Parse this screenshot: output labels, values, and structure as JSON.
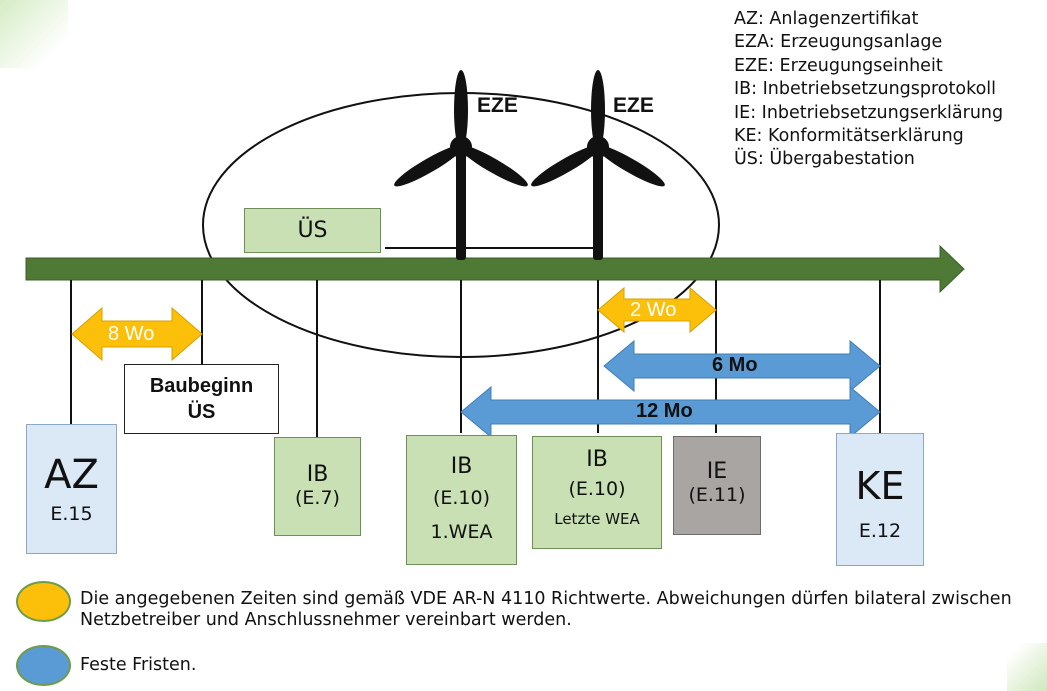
{
  "legend": [
    "AZ: Anlagenzertifikat",
    "EZA: Erzeugungsanlage",
    "EZE: Erzeugungseinheit",
    "IB: Inbetriebsetzungsprotokoll",
    "IE: Inbetriebsetzungserklärung",
    "KE: Konformitätserklärung",
    "ÜS: Übergabestation"
  ],
  "turbines": {
    "label1": "EZE",
    "label2": "EZE"
  },
  "us_box": "ÜS",
  "durations": {
    "wo8": "8 Wo",
    "wo2": "2 Wo",
    "mo6": "6 Mo",
    "mo12": "12 Mo"
  },
  "baubeginn": {
    "line1": "Baubeginn",
    "line2": "ÜS"
  },
  "boxes": {
    "az": {
      "title": "AZ",
      "ref": "E.15"
    },
    "ib7": {
      "title": "IB",
      "ref": "(E.7)"
    },
    "ib10a": {
      "title": "IB",
      "ref": "(E.10)",
      "note": "1.WEA"
    },
    "ib10b": {
      "title": "IB",
      "ref": "(E.10)",
      "note": "Letzte WEA"
    },
    "ie": {
      "title": "IE",
      "ref": "(E.11)"
    },
    "ke": {
      "title": "KE",
      "ref": "E.12"
    }
  },
  "notes": {
    "guide": "Die angegebenen Zeiten sind gemäß VDE AR-N 4110 Richtwerte. Abweichungen dürfen bilateral zwischen Netzbetreiber und Anschlussnehmer vereinbart werden.",
    "fixed": "Feste Fristen."
  },
  "colors": {
    "timeline": "#4e7a35",
    "guide_arrow": "#fcbf0a",
    "fixed_arrow": "#5b9bd5"
  }
}
